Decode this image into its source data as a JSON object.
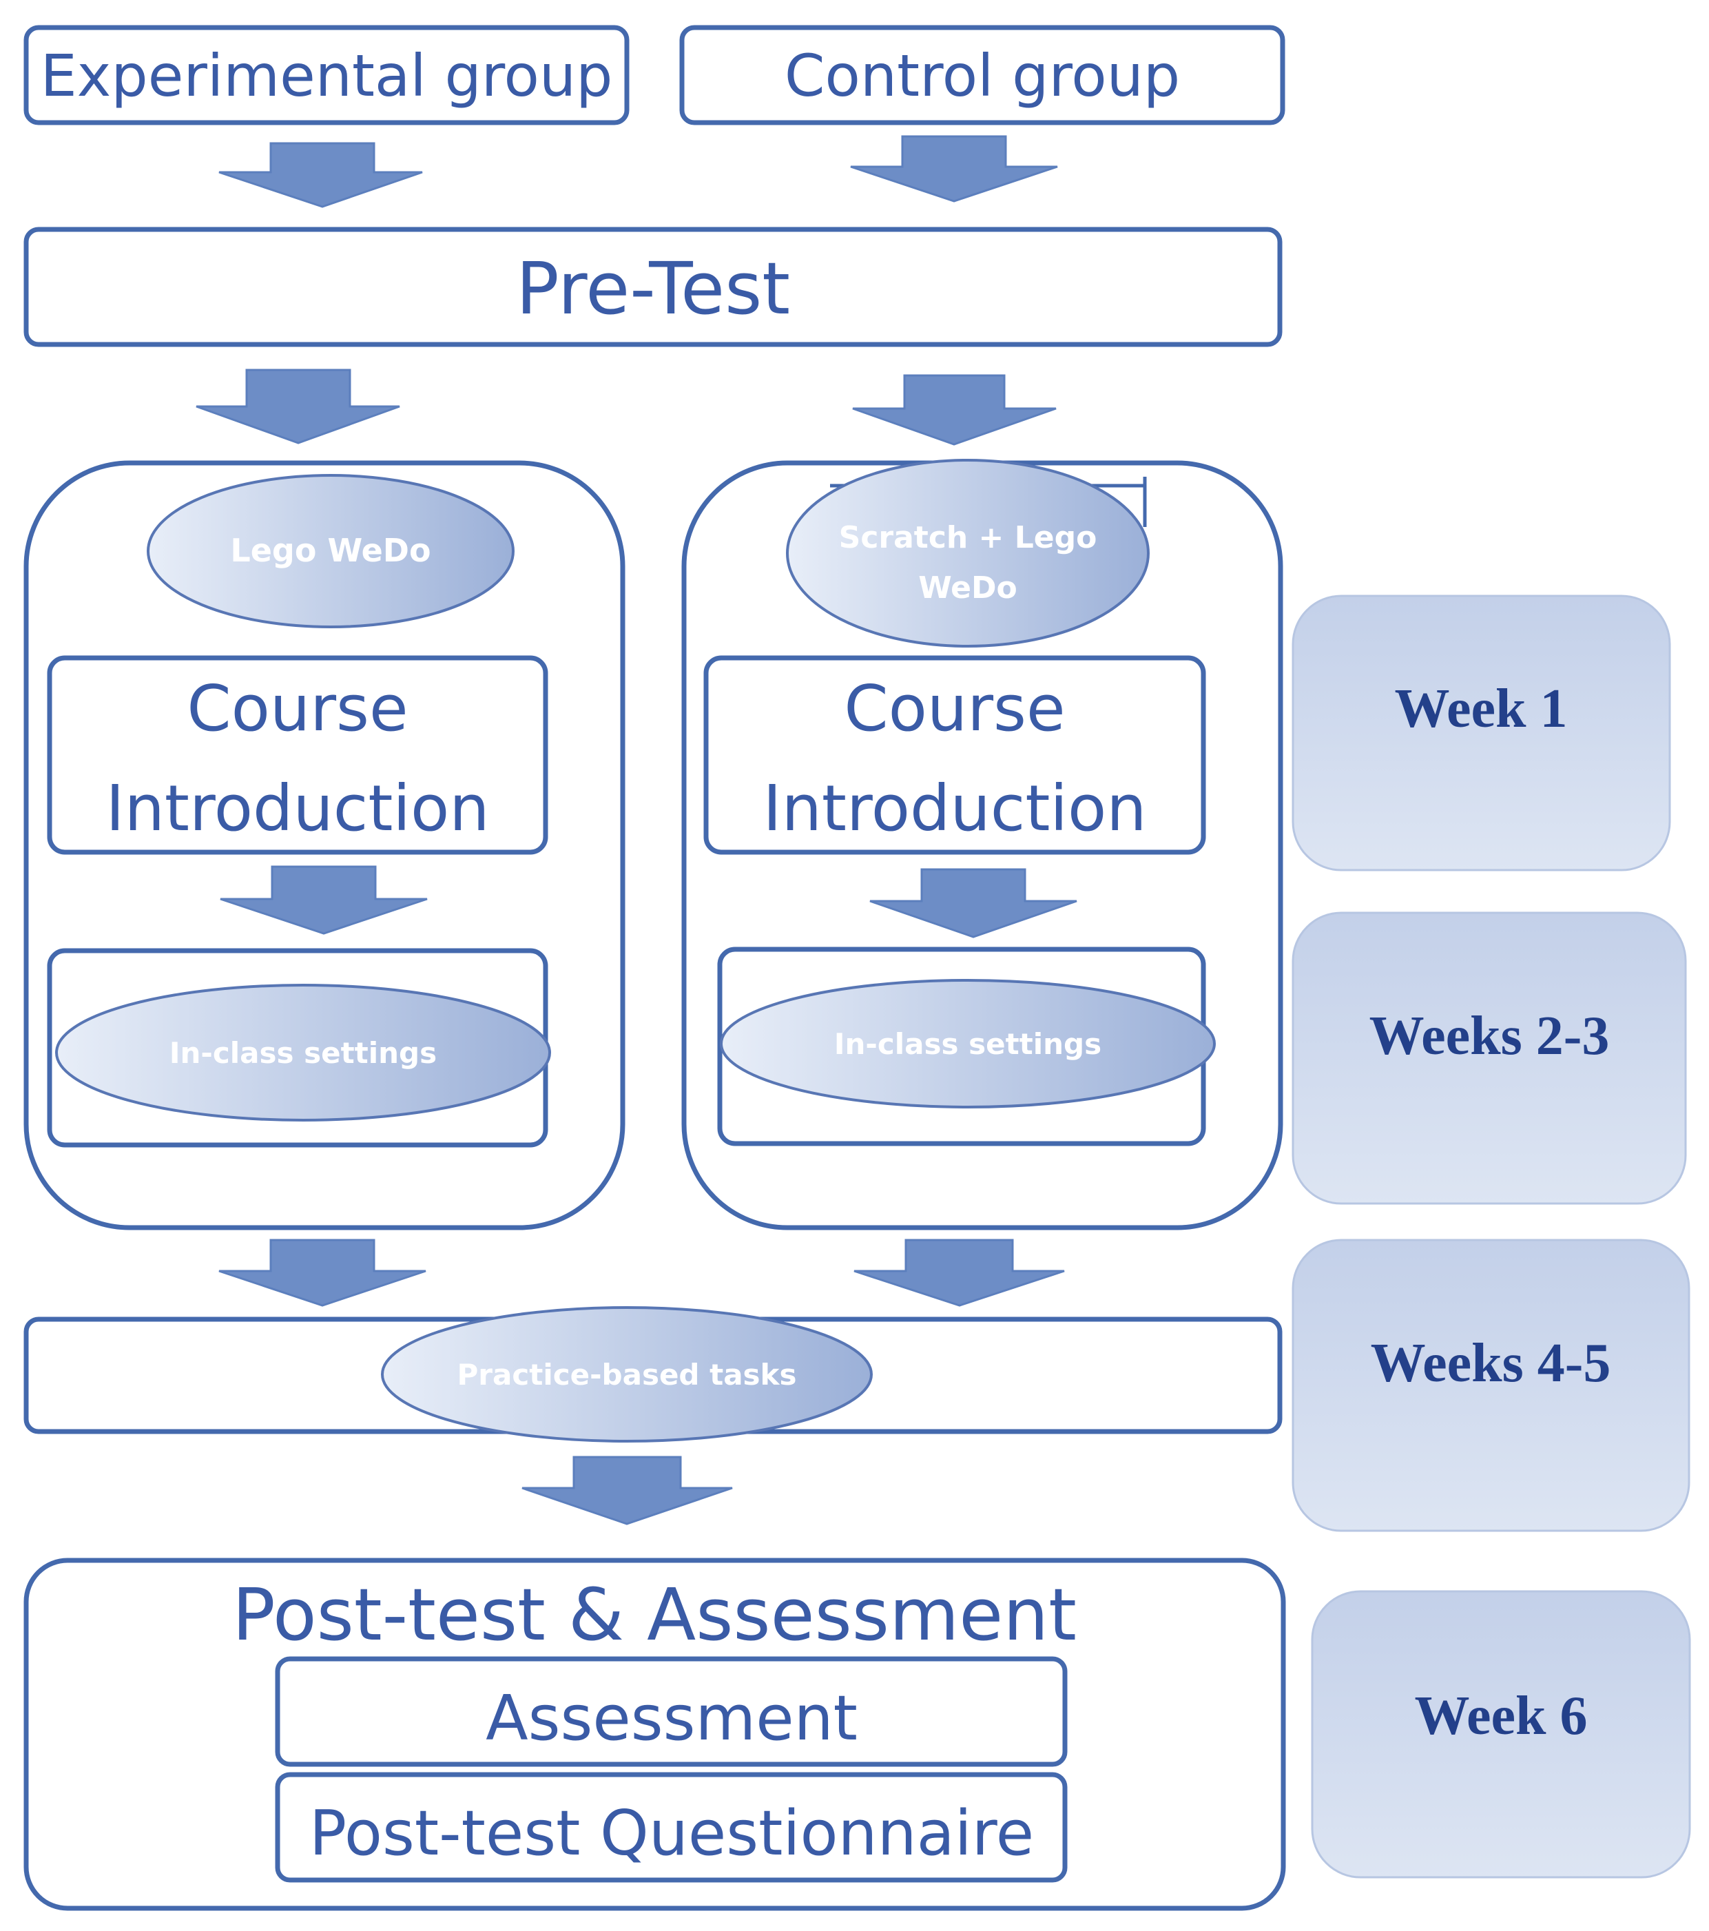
{
  "groups": {
    "experimental": "Experimental group",
    "control": "Control group"
  },
  "pretest": "Pre-Test",
  "experimental_block": {
    "tool": "Lego WeDo",
    "intro_line1": "Course",
    "intro_line2": "Introduction",
    "settings": "In-class settings"
  },
  "control_block": {
    "tool_line1": "Scratch + Lego",
    "tool_line2": "WeDo",
    "intro_line1": "Course",
    "intro_line2": "Introduction",
    "settings": "In-class settings"
  },
  "practice": "Practice-based tasks",
  "posttest": {
    "title": "Post-test & Assessment",
    "assessment": "Assessment",
    "questionnaire": "Post-test Questionnaire"
  },
  "weeks": [
    "Week 1",
    "Weeks 2-3",
    "Weeks 4-5",
    "Week 6"
  ],
  "colors": {
    "border": "#4469ad",
    "arrow": "#6d8dc6",
    "text": "#3a5ba6",
    "week_text": "#23408a",
    "ellipse_light": "#e6ecf6",
    "ellipse_dark": "#9fb3d9"
  }
}
